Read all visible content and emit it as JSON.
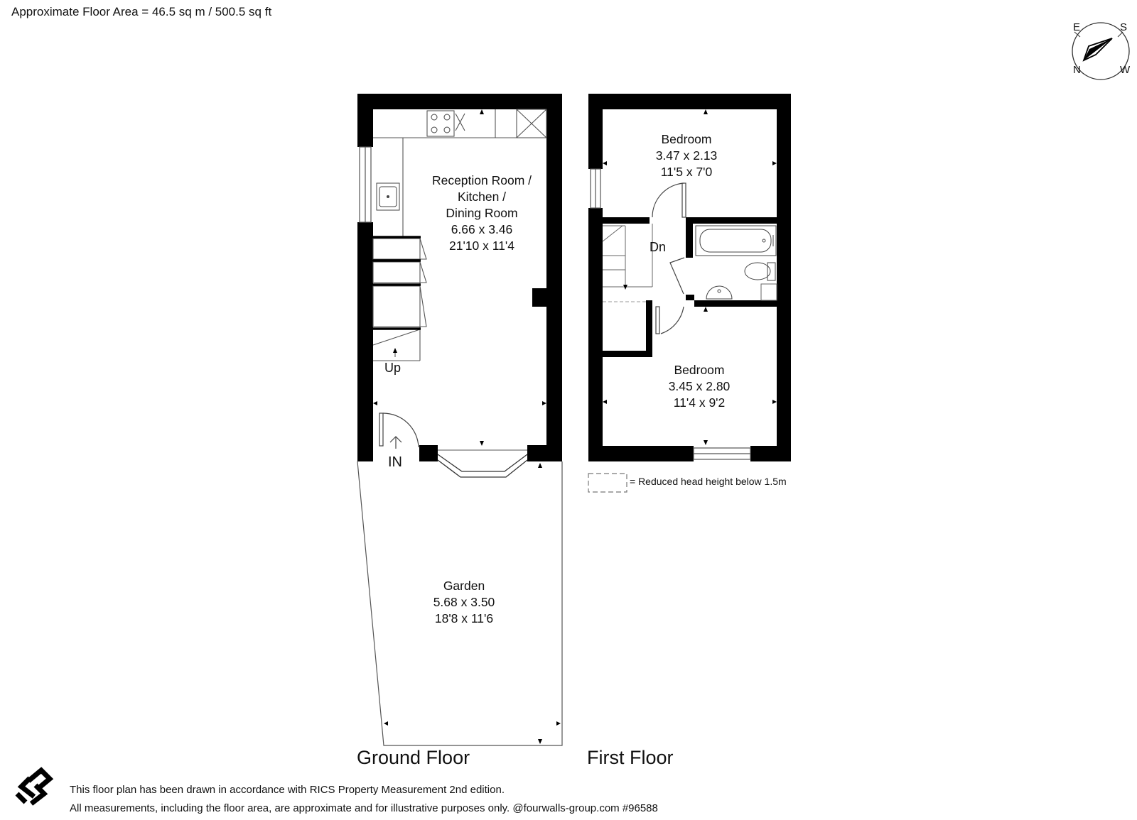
{
  "header": {
    "floor_area": "Approximate Floor Area = 46.5 sq m / 500.5 sq ft"
  },
  "compass": {
    "e": "E",
    "s": "S",
    "n": "N",
    "w": "W"
  },
  "rooms": {
    "reception": {
      "name_lines": [
        "Reception Room /",
        "Kitchen /",
        "Dining Room"
      ],
      "metric": "6.66 x 3.46",
      "imperial": "21'10 x 11'4"
    },
    "garden": {
      "name": "Garden",
      "metric": "5.68 x 3.50",
      "imperial": "18'8 x 11'6"
    },
    "bedroom1": {
      "name": "Bedroom",
      "metric": "3.47 x 2.13",
      "imperial": "11'5 x 7'0"
    },
    "bedroom2": {
      "name": "Bedroom",
      "metric": "3.45 x 2.80",
      "imperial": "11'4 x 9'2"
    }
  },
  "labels": {
    "up": "Up",
    "down": "Dn",
    "entrance": "IN"
  },
  "floors": {
    "ground": "Ground Floor",
    "first": "First Floor"
  },
  "legend": {
    "reduced_height": "= Reduced head height below 1.5m"
  },
  "footer": {
    "line1": "This floor plan has been drawn in accordance with RICS Property Measurement 2nd edition.",
    "line2": "All measurements, including the floor area, are approximate and for illustrative purposes only. @fourwalls-group.com #96588"
  },
  "colors": {
    "wall": "#000000",
    "line": "#444444"
  }
}
